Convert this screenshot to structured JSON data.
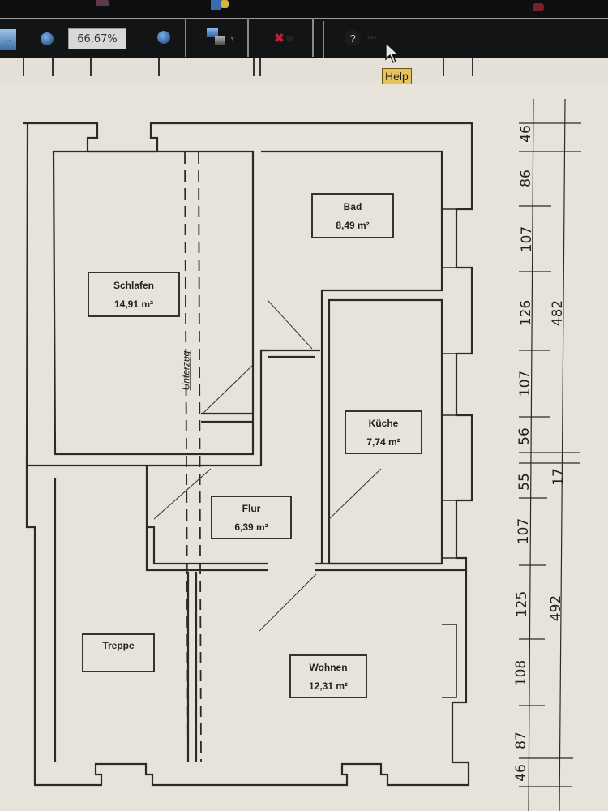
{
  "toolbar": {
    "zoom_value": "66,67%",
    "buttons": [
      {
        "name": "pan-icon"
      },
      {
        "name": "zoom-out-icon"
      },
      {
        "name": "zoom-in-icon"
      },
      {
        "name": "layers-icon"
      },
      {
        "name": "delete-icon"
      },
      {
        "name": "help-icon"
      }
    ],
    "help_tooltip": "Help"
  },
  "floorplan": {
    "rooms": [
      {
        "name": "Schlafen",
        "area": "14,91 m²"
      },
      {
        "name": "Bad",
        "area": "8,49 m²"
      },
      {
        "name": "Küche",
        "area": "7,74 m²"
      },
      {
        "name": "Flur",
        "area": "6,39 m²"
      },
      {
        "name": "Treppe",
        "area": ""
      },
      {
        "name": "Wohnen",
        "area": "12,31 m²"
      }
    ],
    "beam_label": "Unterzug",
    "dimensions_inner": [
      "46",
      "86",
      "107",
      "126",
      "107",
      "56",
      "55",
      "107",
      "125",
      "108",
      "87",
      "46"
    ],
    "dimensions_outer": [
      "482",
      "17",
      "492"
    ]
  }
}
